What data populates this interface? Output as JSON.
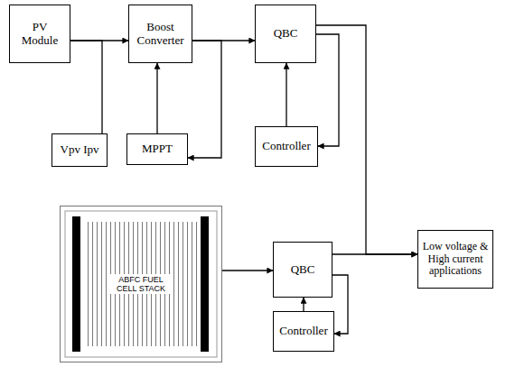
{
  "diagram": {
    "nodes": [
      {
        "text": [
          "PV Module"
        ]
      },
      {
        "text": [
          "Boost Converter"
        ]
      },
      {
        "text": [
          "QBC"
        ]
      },
      {
        "text": [
          "Vpv Ipv"
        ]
      },
      {
        "text": [
          "MPPT"
        ]
      },
      {
        "text": [
          "Controller"
        ]
      },
      {
        "text": [
          "ABFC FUEL CELL STACK"
        ]
      },
      {
        "text": [
          "QBC"
        ]
      },
      {
        "text": [
          "Low voltage & High current applications"
        ]
      },
      {
        "text": [
          "Controller"
        ]
      }
    ],
    "edges": [
      {
        "from": 0,
        "to": 1,
        "arrow": "to"
      },
      {
        "from": 1,
        "to": 2,
        "arrow": "to"
      },
      {
        "from": 0,
        "to": 3,
        "arrow": "none"
      },
      {
        "from": 4,
        "to": 1,
        "arrow": "to"
      },
      {
        "from": 1,
        "to": 4,
        "arrow": "to"
      },
      {
        "from": 5,
        "to": 2,
        "arrow": "to"
      },
      {
        "from": 2,
        "to": 5,
        "arrow": "to"
      },
      {
        "from": 2,
        "to": 8,
        "arrow": "to"
      },
      {
        "from": 6,
        "to": 7,
        "arrow": "to"
      },
      {
        "from": 7,
        "to": 8,
        "arrow": "to"
      },
      {
        "from": 9,
        "to": 7,
        "arrow": "to"
      },
      {
        "from": 7,
        "to": 9,
        "arrow": "to"
      }
    ]
  }
}
